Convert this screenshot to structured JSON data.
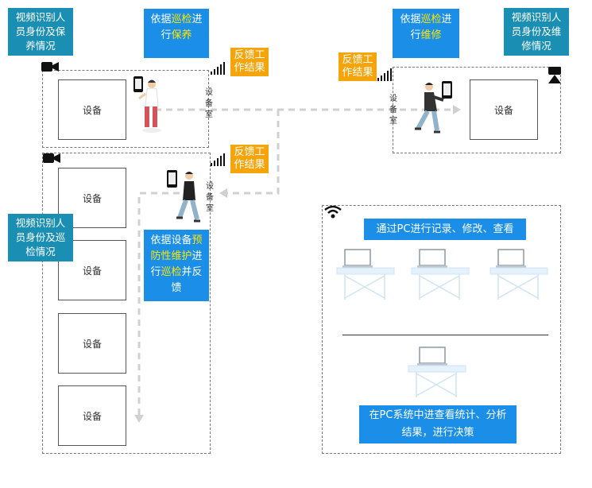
{
  "equipment_label": "设备",
  "room_label": [
    "设",
    "备",
    "室"
  ],
  "monitor_labels": {
    "security": [
      "视频识别人",
      "员身份及保",
      "养情况"
    ],
    "inspection": [
      "视频识别人",
      "员身份及巡",
      "检情况"
    ],
    "repair": [
      "视频识别人",
      "员身份及维",
      "修情况"
    ]
  },
  "task_labels": {
    "maintain": {
      "pre": "依据",
      "hl1": "巡检",
      "mid": "进",
      "line2_pre": "行",
      "hl2": "保养"
    },
    "repair": {
      "pre": "依据",
      "hl1": "巡检",
      "mid": "进",
      "line2_pre": "行",
      "hl2": "维修"
    },
    "preventive": {
      "line1_pre": "依据设备",
      "hl1": "预",
      "line2_hl": "防性维护",
      "line2_post": "进",
      "line3_pre": "行",
      "hl2": "巡检",
      "line3_post": "并反",
      "line4": "馈"
    }
  },
  "feedback_label": [
    "反馈工",
    "作结果"
  ],
  "pc_panel": {
    "top_label": "通过PC进行记录、修改、查看",
    "bottom_label": [
      "在PC系统中进查看统计、分析",
      "结果，进行决策"
    ]
  },
  "colors": {
    "teal": "#1a8fb3",
    "blue": "#1b8fe8",
    "orange": "#f5a40b",
    "highlight": "#ffe600"
  }
}
